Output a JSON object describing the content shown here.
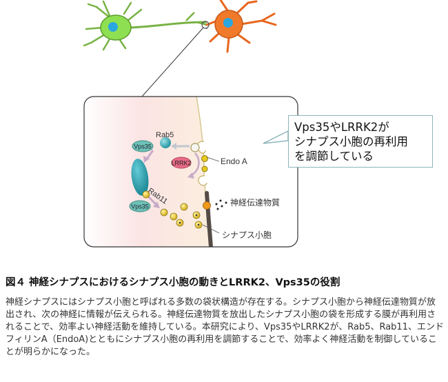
{
  "diagram": {
    "labels": {
      "rab5": "Rab5",
      "vps35_top": "Vps35",
      "lrrk2": "LRRK2",
      "endo_a": "Endo A",
      "rab11": "Rab11",
      "vps35_bottom": "Vps35",
      "neurotransmitter": "神経伝達物質",
      "synaptic_vesicle": "シナプス小胞"
    },
    "callout": "Vps35やLRRK2が\nシナプス小胞の再利用\nを調節している",
    "colors": {
      "green_neuron": "#8ee052",
      "orange_neuron": "#f07a2a",
      "nucleus": "#2aa7e0",
      "vesicle": "#e6c81e",
      "lrrk2": "#e76a86",
      "vps35": "#6ec1b6",
      "endosome": "#1aa0b0",
      "membrane": "#554c46"
    }
  },
  "caption": {
    "title": "図４ 神経シナプスにおけるシナプス小胞の動きとLRRK2、Vps35の役割",
    "body": "神経シナプスにはシナプス小胞と呼ばれる多数の袋状構造が存在する。シナプス小胞から神経伝達物質が放出され、次の神経に情報が伝えられる。神経伝達物質を放出したシナプス小胞の袋を形成する膜が再利用されることで、効率よい神経活動を維持している。本研究により、Vps35やLRRK2が、Rab5、Rab11、エンドフィリンA（EndoA)とともにシナプス小胞の再利用を調節することで、効率よく神経活動を制御していることが明らかになった。"
  }
}
